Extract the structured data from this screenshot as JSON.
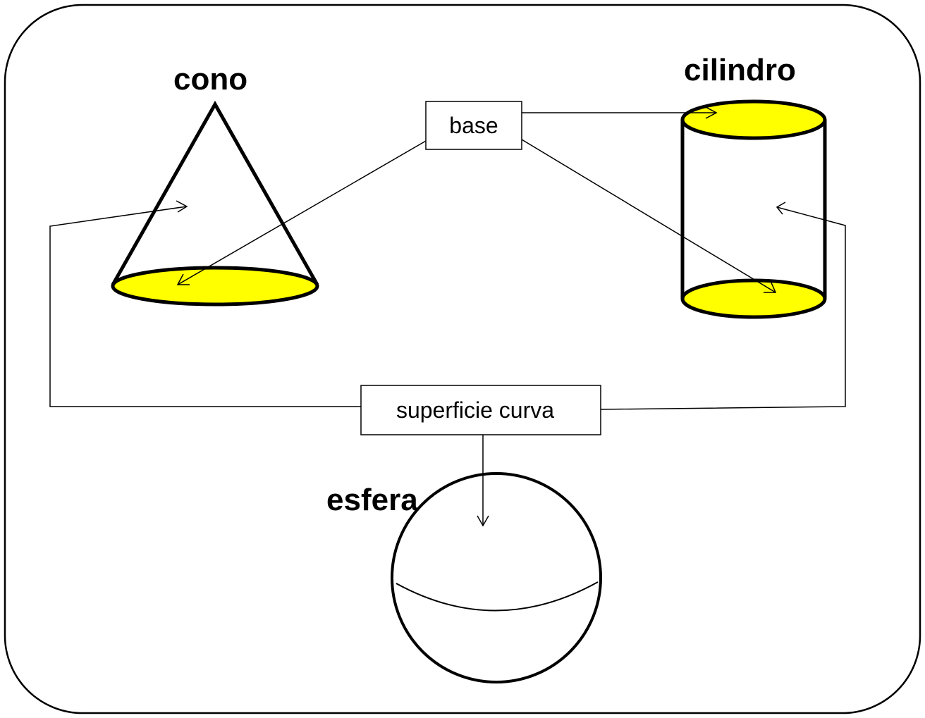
{
  "labels": {
    "cone": "cono",
    "cylinder": "cilindro",
    "sphere": "esfera"
  },
  "boxes": {
    "base": "base",
    "curved_surface": "superficie curva"
  },
  "colors": {
    "base_fill": "#ffff00",
    "stroke": "#000000",
    "background": "#ffffff"
  }
}
